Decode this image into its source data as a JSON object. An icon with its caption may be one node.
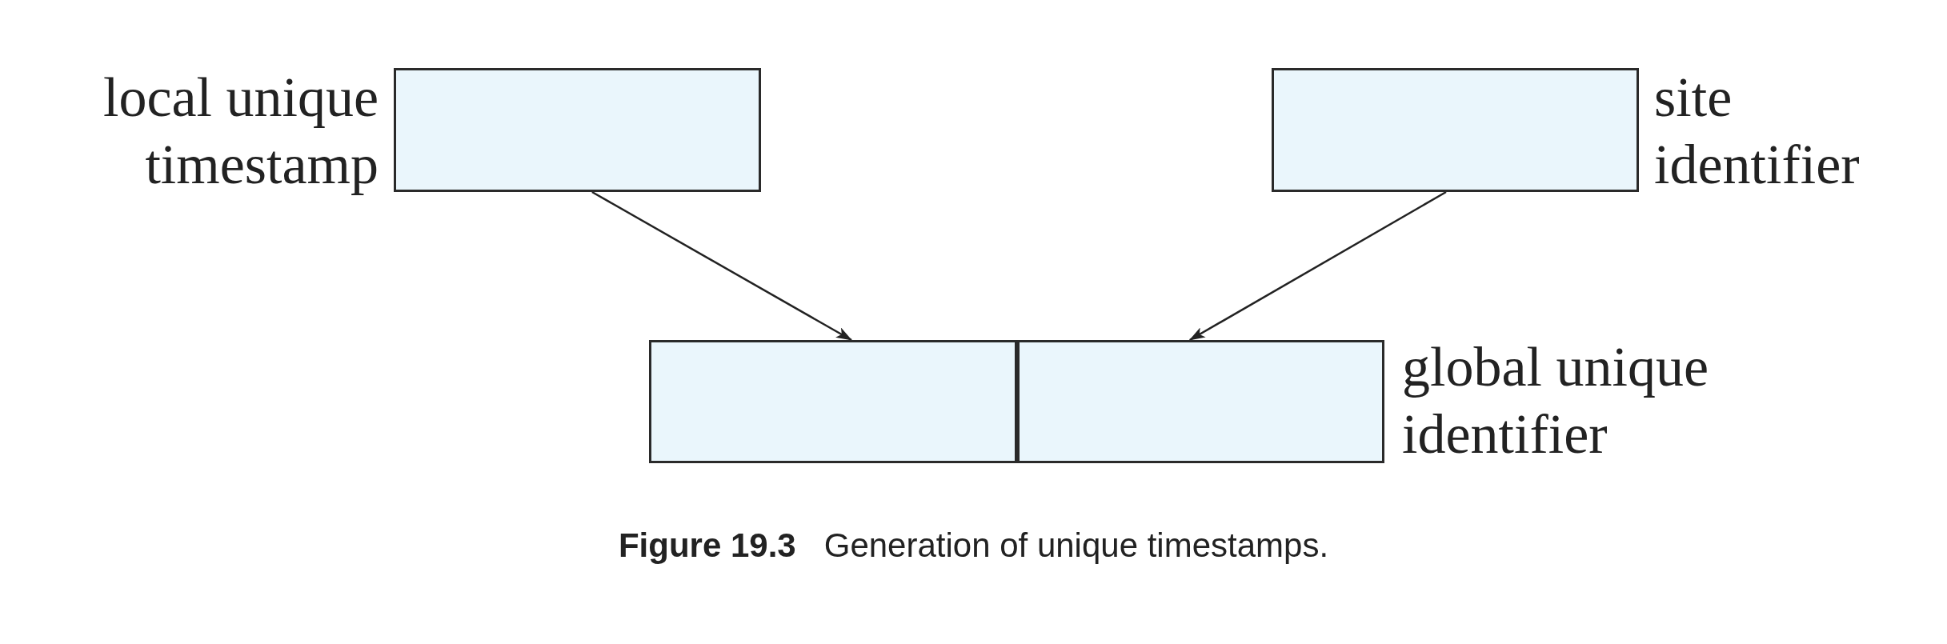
{
  "diagram": {
    "caption": "**Figure 19.3**   Generation of unique timestamps.",
    "nodes": [
      {
        "text": [
          "local unique timestamp"
        ]
      },
      {
        "text": [
          "site identifier"
        ]
      },
      {
        "text": [
          "global unique identifier"
        ]
      },
      {
        "text": [],
        "shape": "box",
        "in": 2
      },
      {
        "text": [],
        "shape": "box",
        "in": 2
      }
    ],
    "edges": [
      {
        "from": 0,
        "to": 3,
        "arrow": "to"
      },
      {
        "from": 1,
        "to": 4,
        "arrow": "to"
      }
    ]
  }
}
